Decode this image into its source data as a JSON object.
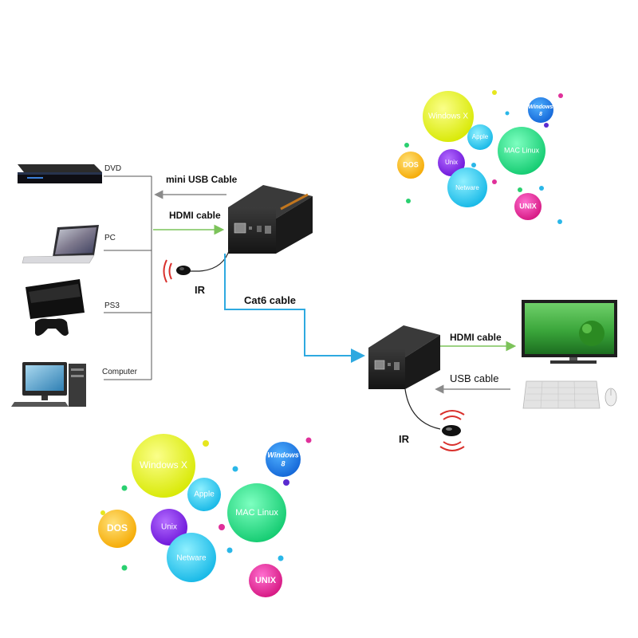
{
  "sources": {
    "dvd": "DVD",
    "pc": "PC",
    "ps3": "PS3",
    "computer": "Computer"
  },
  "cables": {
    "mini_usb": "mini USB Cable",
    "hdmi_tx": "HDMI cable",
    "cat6": "Cat6 cable",
    "hdmi_rx": "HDMI cable",
    "usb": "USB cable"
  },
  "ir_tx": "IR",
  "ir_rx": "IR",
  "os_cluster": {
    "windows_x": "Windows X",
    "apple": "Apple",
    "windows8_line1": "Windows",
    "windows8_line2": "8",
    "mac_linux": "MAC Linux",
    "dos": "DOS",
    "unix": "Unix",
    "netware": "Netware",
    "unix_caps": "UNIX"
  },
  "colors": {
    "gray_arrow": "#8a8a8a",
    "green_arrow": "#7cc35a",
    "blue_cable": "#2ea9e0",
    "ir_red": "#d9302c"
  }
}
